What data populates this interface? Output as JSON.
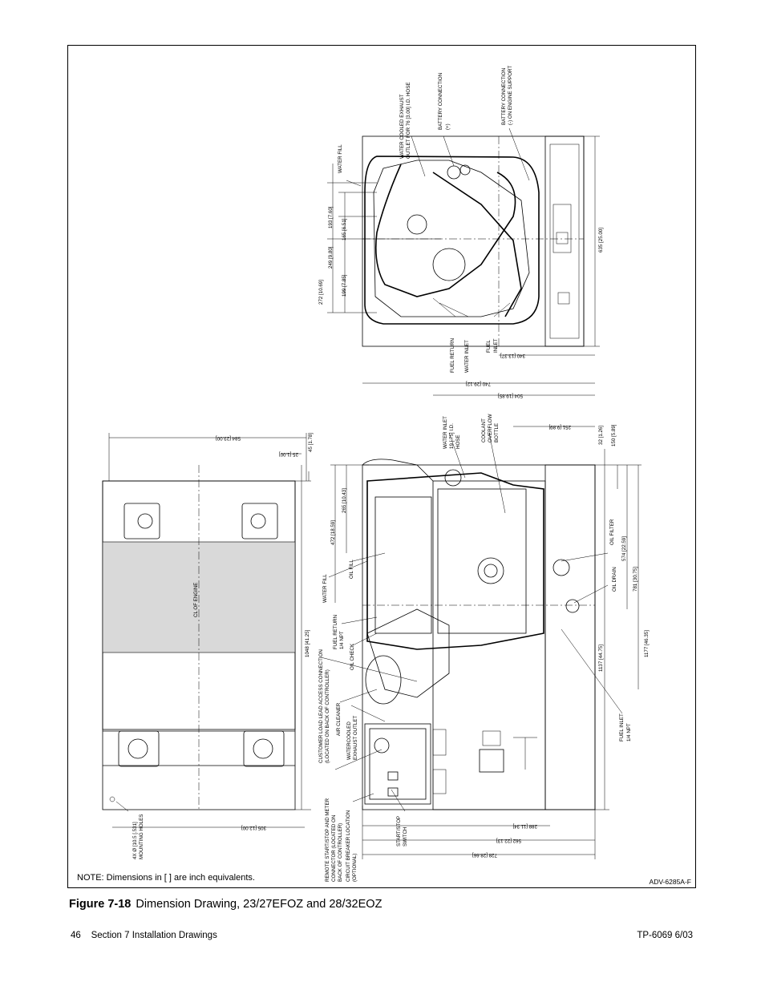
{
  "drawing": {
    "note": "NOTE: Dimensions in [ ] are inch equivalents.",
    "drawing_number": "ADV-6285A-F",
    "callouts": {
      "water_cooled_exhaust": [
        "WATER COOLED EXHAUST",
        "OUTLET FOR 76 [3.00] I.D. HOSE"
      ],
      "battery_connection_pos": [
        "BATTERY CONNECTION",
        "(+)"
      ],
      "battery_connection_neg": [
        "BATTERY CONNECTION",
        "(-) ON ENGINE SUPPORT"
      ],
      "water_fill_top": "WATER FILL",
      "fuel_return_top": "FUEL RETURN",
      "water_inlet_top": "WATER INLET",
      "fuel_inlet_top": [
        "FUEL",
        "INLET"
      ],
      "water_inlet_hose": [
        "WATER INLET",
        "19 [.75] I.D.",
        "HOSE"
      ],
      "coolant_overflow": [
        "COOLANT",
        "OVERFLOW",
        "BOTTLE"
      ],
      "oil_filter": "OIL FILTER",
      "oil_drain": "OIL DRAIN",
      "fuel_inlet_side": [
        "FUEL INLET",
        "1/4 NPT"
      ],
      "cl_of_engine": "CL OF ENGINE",
      "mounting_holes": [
        "4X  Ø [10.5 [.531]",
        "MOUNTING HOLES"
      ],
      "water_fill_front": "WATER FILL",
      "oil_fill": "OIL FILL",
      "fuel_return_front": [
        "FUEL RETURN",
        "1/4 NPT"
      ],
      "oil_check": "OIL CHECK",
      "customer_load": [
        "CUSTOMER LOAD LEAD ACCESS CONNECTION",
        "(LOCATED ON BACK OF CONTROLLER)"
      ],
      "air_cleaner": "AIR CLEANER",
      "water_cooled_exhaust_outlet": [
        "WATERCOOLED",
        "EXHAUST OUTLET"
      ],
      "remote_start": [
        "REMOTE START/STOP AND METER",
        "CONNECTOR (LOCATED ON",
        "BACK OF CONTROLLER)"
      ],
      "circuit_breaker": [
        "CIRCUIT BREAKER LOCATION",
        "(OPTIONAL)"
      ],
      "start_stop_switch": [
        "START/STOP",
        "SWITCH"
      ]
    },
    "dimensions": {
      "d272": "272 [10.69]",
      "d249": "249 [9.80]",
      "d199": "199 [7.85]",
      "d193": "193 [7.60]",
      "d165": "165 [6.51]",
      "d635": "635 [25.00]",
      "d340": "340 [13.37]",
      "d740": "740 [29.12]",
      "d504": "504 [19.85]",
      "d251": "251 [9.89]",
      "d32": "32 [1.26]",
      "d150": "150 [5.89]",
      "d574": "574 [22.59]",
      "d781": "781 [30.75]",
      "d1177": "1177 [46.35]",
      "d1137": "1137 [44.75]",
      "d584": "584 [23.00]",
      "d25": "25 [1.00]",
      "d45": "45 [1.78]",
      "d472": "472 [18.59]",
      "d265": "265 [10.43]",
      "d1048": "1048 [41.25]",
      "d305": "305 [12.00]",
      "d288": "288 [11.34]",
      "d562": "562 [22.13]",
      "d728": "728 [28.66]"
    }
  },
  "caption": {
    "label": "Figure 7-18",
    "text": "Dimension Drawing, 23/27EFOZ and 28/32EOZ"
  },
  "footer": {
    "page": "46",
    "section": "Section 7  Installation Drawings",
    "doc": "TP-6069  6/03"
  }
}
